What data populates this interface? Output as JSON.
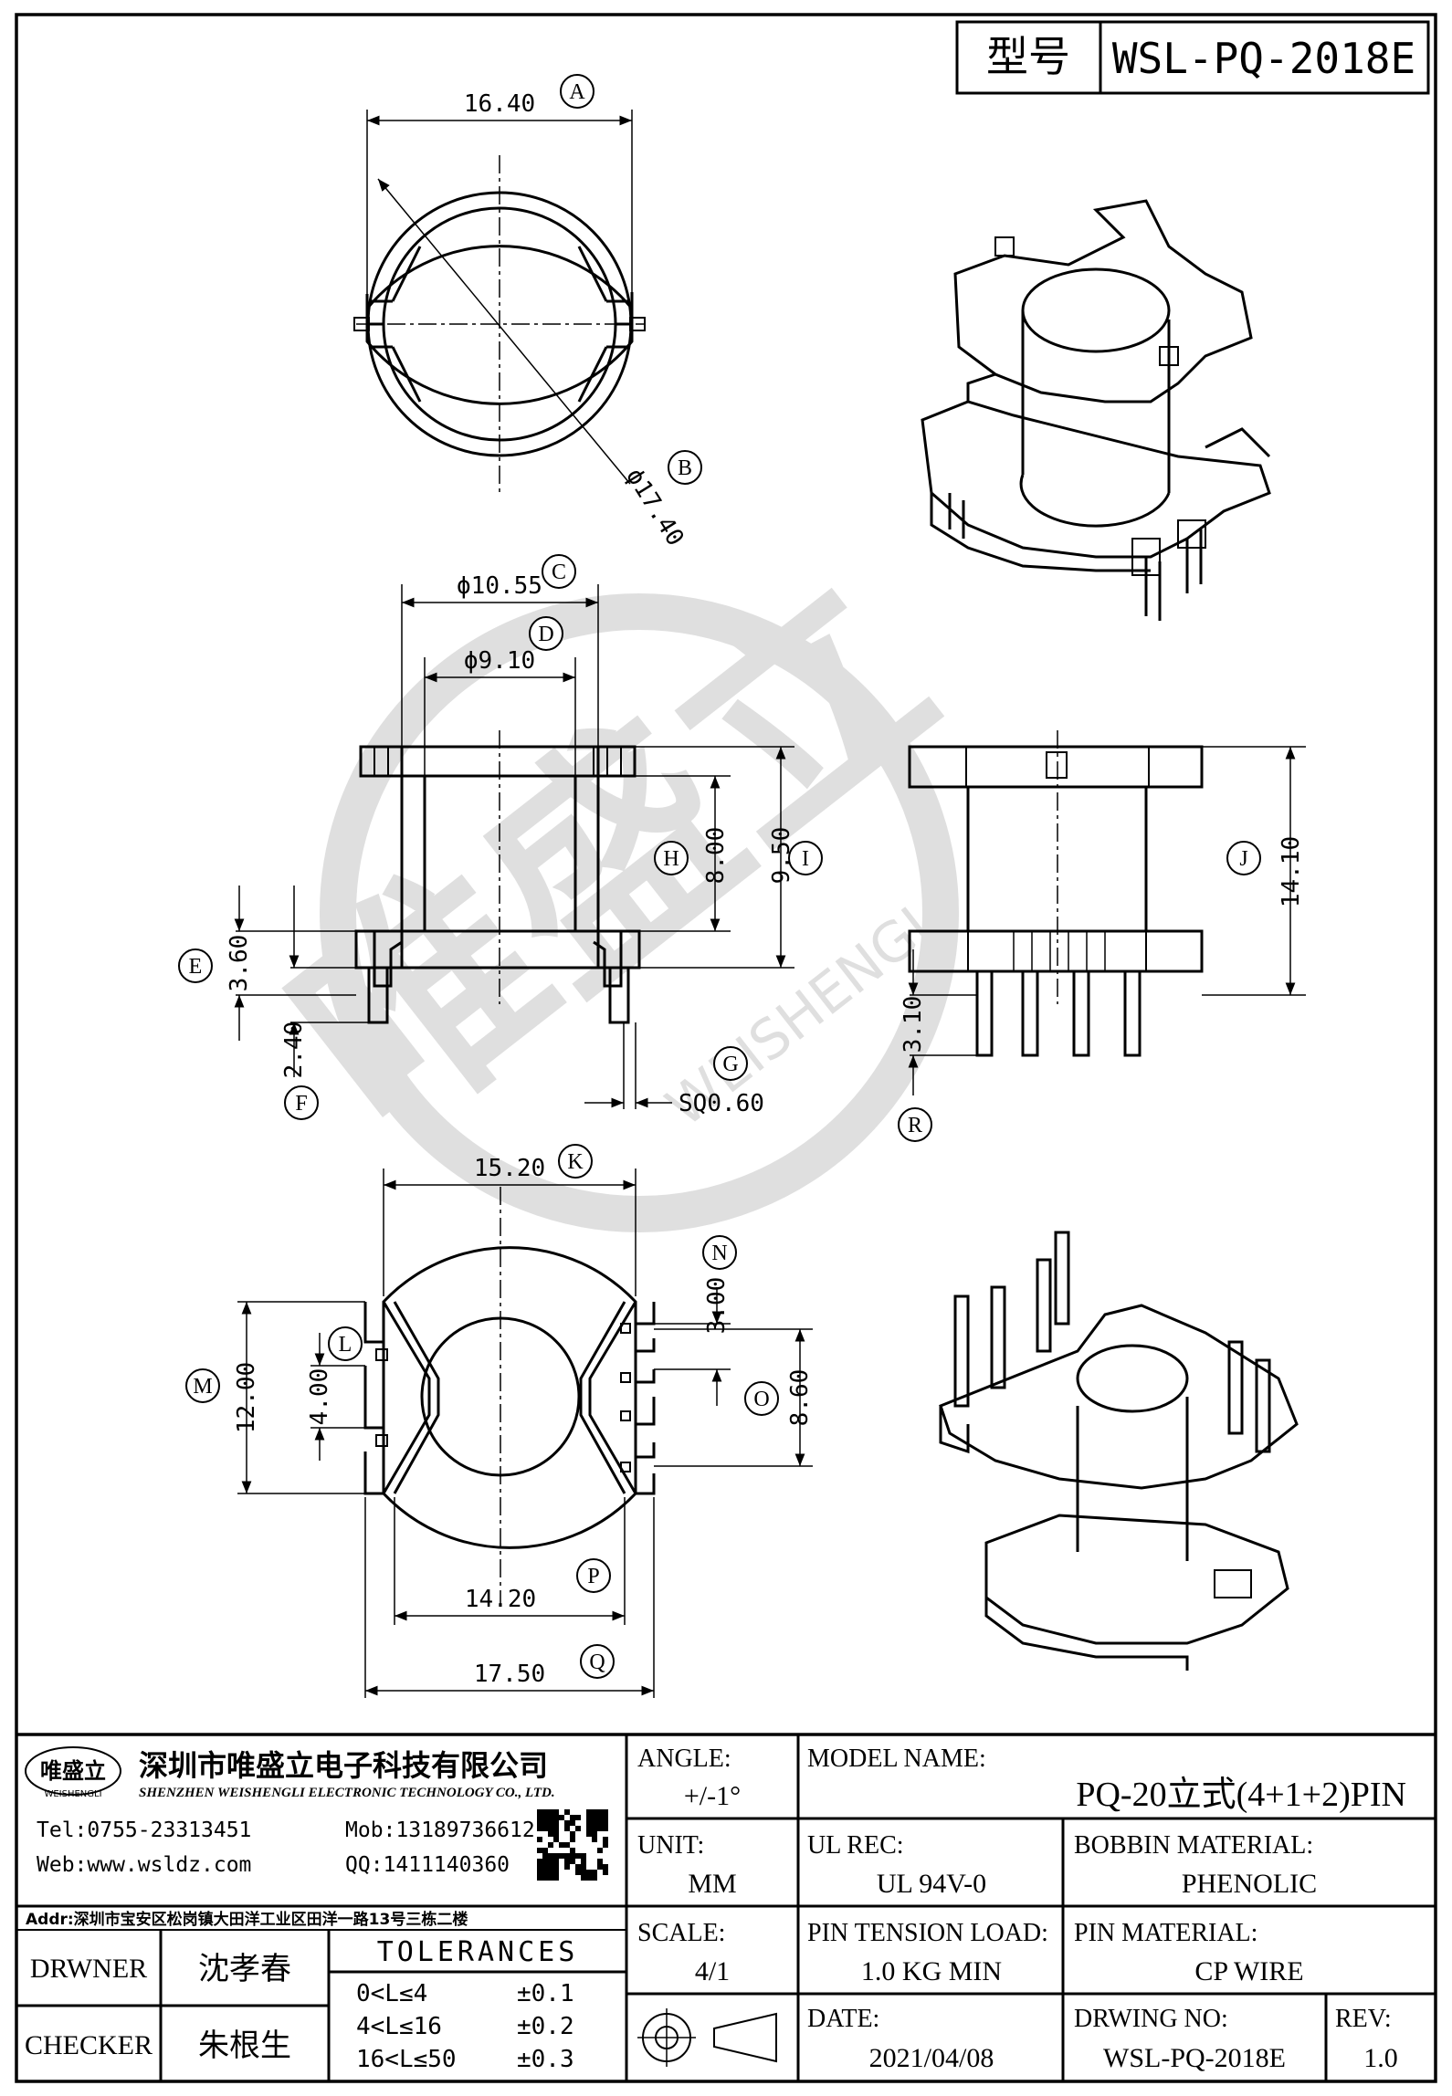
{
  "header": {
    "model_label": "型号",
    "model_value": "WSL-PQ-2018E"
  },
  "dimensions": {
    "A": "16.40",
    "B": "ϕ17.40",
    "C": "ϕ10.55",
    "D": "ϕ9.10",
    "E": "3.60",
    "F": "2.40",
    "G": "SQ0.60",
    "H": "8.00",
    "I": "9.50",
    "J": "14.10",
    "K": "15.20",
    "L": "4.00",
    "M": "12.00",
    "N": "3.00",
    "O": "8.60",
    "P": "14.20",
    "Q": "17.50",
    "R": "3.10"
  },
  "callouts": [
    "A",
    "B",
    "C",
    "D",
    "E",
    "F",
    "G",
    "H",
    "I",
    "J",
    "K",
    "L",
    "M",
    "N",
    "O",
    "P",
    "Q",
    "R"
  ],
  "watermark": {
    "logo_text": "唯盛立",
    "sub_text": "WEISHENGLI"
  },
  "company": {
    "logo_main": "唯盛立",
    "logo_sub": "WEISHENGLI",
    "name_cn": "深圳市唯盛立电子科技有限公司",
    "name_en": "SHENZHEN WEISHENGLI ELECTRONIC TECHNOLOGY CO., LTD.",
    "tel": "Tel:0755-23313451",
    "mob": "Mob:13189736612",
    "web": "Web:www.wsldz.com",
    "qq": "QQ:1411140360",
    "addr": "Addr:深圳市宝安区松岗镇大田洋工业区田洋一路13号三栋二楼"
  },
  "title_block": {
    "angle_label": "ANGLE:",
    "angle_value": "+/-1°",
    "model_name_label": "MODEL NAME:",
    "model_name_value": "PQ-20立式(4+1+2)PIN",
    "unit_label": "UNIT:",
    "unit_value": "MM",
    "ul_rec_label": "UL REC:",
    "ul_rec_value": "UL 94V-0",
    "bobbin_material_label": "BOBBIN MATERIAL:",
    "bobbin_material_value": "PHENOLIC",
    "drawer_label": "DRWNER",
    "drawer_value": "沈孝春",
    "checker_label": "CHECKER",
    "checker_value": "朱根生",
    "tolerances_label": "TOLERANCES",
    "tolerances": [
      {
        "range": "0<L≤4",
        "value": "±0.1"
      },
      {
        "range": "4<L≤16",
        "value": "±0.2"
      },
      {
        "range": "16<L≤50",
        "value": "±0.3"
      }
    ],
    "scale_label": "SCALE:",
    "scale_value": "4/1",
    "pin_tension_label": "PIN TENSION LOAD:",
    "pin_tension_value": "1.0 KG MIN",
    "pin_material_label": "PIN MATERIAL:",
    "pin_material_value": "CP WIRE",
    "date_label": "DATE:",
    "date_value": "2021/04/08",
    "drawing_no_label": "DRWING NO:",
    "drawing_no_value": "WSL-PQ-2018E",
    "rev_label": "REV:",
    "rev_value": "1.0"
  }
}
